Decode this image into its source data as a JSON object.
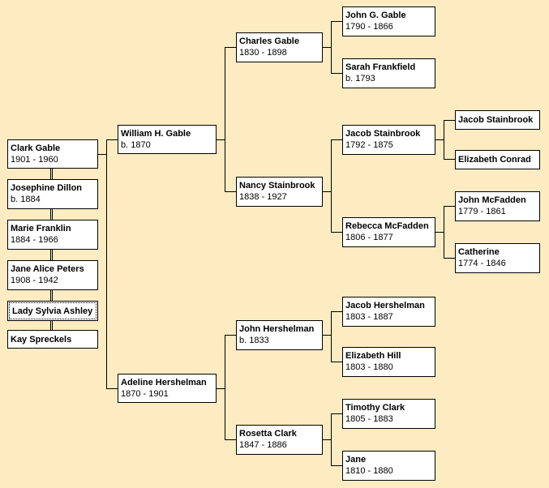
{
  "people": {
    "clark_gable": {
      "name": "Clark Gable",
      "dates": "1901 - 1960"
    },
    "josephine_dillon": {
      "name": "Josephine Dillon",
      "dates": "b. 1884"
    },
    "marie_franklin": {
      "name": "Marie Franklin",
      "dates": "1884 - 1966"
    },
    "jane_alice_peters": {
      "name": "Jane Alice Peters",
      "dates": "1908 - 1942"
    },
    "lady_sylvia_ashley": {
      "name": "Lady Sylvia Ashley",
      "dates": ""
    },
    "kay_spreckels": {
      "name": "Kay Spreckels",
      "dates": ""
    },
    "william_h_gable": {
      "name": "William H. Gable",
      "dates": "b. 1870"
    },
    "adeline_hershelman": {
      "name": "Adeline Hershelman",
      "dates": "1870 - 1901"
    },
    "charles_gable": {
      "name": "Charles Gable",
      "dates": "1830 - 1898"
    },
    "nancy_stainbrook": {
      "name": "Nancy Stainbrook",
      "dates": "1838 - 1927"
    },
    "john_hershelman": {
      "name": "John Hershelman",
      "dates": "b. 1833"
    },
    "rosetta_clark": {
      "name": "Rosetta Clark",
      "dates": "1847 - 1886"
    },
    "john_g_gable": {
      "name": "John G. Gable",
      "dates": "1790 - 1866"
    },
    "sarah_frankfield": {
      "name": "Sarah Frankfield",
      "dates": "b. 1793"
    },
    "jacob_stainbrook": {
      "name": "Jacob Stainbrook",
      "dates": "1792 - 1875"
    },
    "rebecca_mcfadden": {
      "name": "Rebecca McFadden",
      "dates": "1806 - 1877"
    },
    "jacob_hershelman": {
      "name": "Jacob Hershelman",
      "dates": "1803 - 1887"
    },
    "elizabeth_hill": {
      "name": "Elizabeth Hill",
      "dates": "1803 - 1880"
    },
    "timothy_clark": {
      "name": "Timothy Clark",
      "dates": "1805 - 1883"
    },
    "jane": {
      "name": "Jane",
      "dates": "1810 - 1880"
    },
    "jacob_stainbrook_2": {
      "name": "Jacob Stainbrook",
      "dates": ""
    },
    "elizabeth_conrad": {
      "name": "Elizabeth Conrad",
      "dates": ""
    },
    "john_mcfadden": {
      "name": "John McFadden",
      "dates": "1779 - 1861"
    },
    "catherine": {
      "name": "Catherine",
      "dates": "1774 - 1846"
    }
  },
  "selected": "lady_sylvia_ashley"
}
